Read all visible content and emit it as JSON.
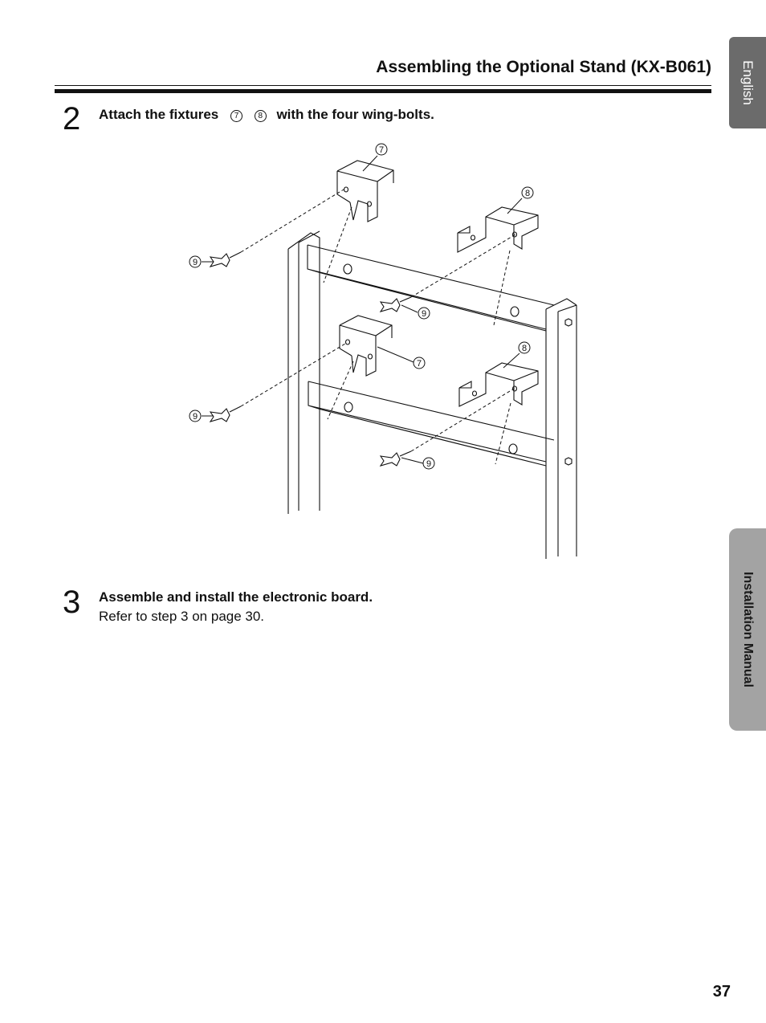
{
  "header": {
    "title": "Assembling the Optional Stand (KX-B061)"
  },
  "tabs": {
    "language": "English",
    "section": "Installation Manual"
  },
  "step2": {
    "number": "2",
    "text_before": "Attach the fixtures",
    "ref_a": "7",
    "ref_b": "8",
    "text_after": "with the four wing-bolts."
  },
  "figure": {
    "callouts": {
      "fixture_upper_left": "7",
      "fixture_upper_right": "8",
      "bolt_upper_left": "9",
      "bolt_upper_mid": "9",
      "fixture_lower_left": "7",
      "fixture_lower_right": "8",
      "bolt_lower_left": "9",
      "bolt_lower_mid": "9"
    }
  },
  "step3": {
    "number": "3",
    "heading": "Assemble and install the electronic board.",
    "body": "Refer to step 3 on page 30."
  },
  "page_number": "37"
}
